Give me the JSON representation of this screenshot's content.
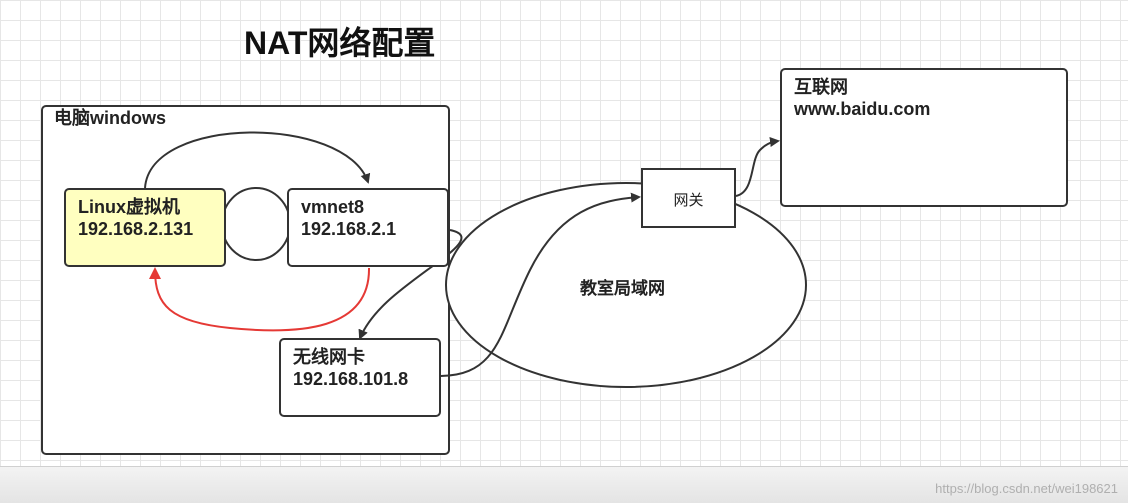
{
  "title": "NAT网络配置",
  "host": {
    "label": "电脑windows"
  },
  "linux_vm": {
    "name": "Linux虚拟机",
    "ip": "192.168.2.131",
    "fill": "#ffffc0"
  },
  "vmnet8": {
    "name": "vmnet8",
    "ip": "192.168.2.1"
  },
  "wireless_nic": {
    "name": "无线网卡",
    "ip": "192.168.101.8"
  },
  "gateway": {
    "label": "网关"
  },
  "lan": {
    "label": "教室局域网"
  },
  "internet": {
    "name": "互联网",
    "url": "www.baidu.com"
  },
  "colors": {
    "return_arrow": "#e53935",
    "stroke": "#333333"
  },
  "watermark": "https://blog.csdn.net/wei198621"
}
